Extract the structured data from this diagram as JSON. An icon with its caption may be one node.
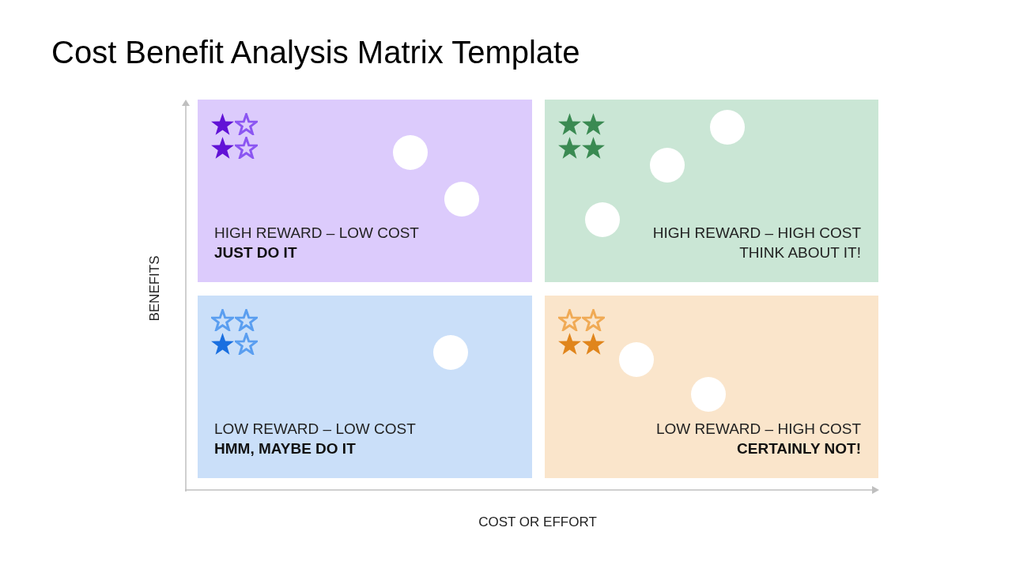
{
  "diagram": {
    "title": "Cost Benefit Analysis Matrix Template",
    "nodes": [
      {
        "text": [
          "HIGH REWARD – LOW COST",
          "JUST DO IT"
        ]
      },
      {
        "text": [
          "HIGH REWARD – HIGH COST",
          "THINK ABOUT IT!"
        ]
      },
      {
        "text": [
          "LOW REWARD – LOW COST",
          "HMM, MAYBE DO IT"
        ]
      },
      {
        "text": [
          "LOW REWARD – HIGH COST",
          "CERTAINLY NOT!"
        ]
      }
    ],
    "edges": [],
    "labels": [
      "BENEFITS",
      "COST OR EFFORT"
    ]
  }
}
